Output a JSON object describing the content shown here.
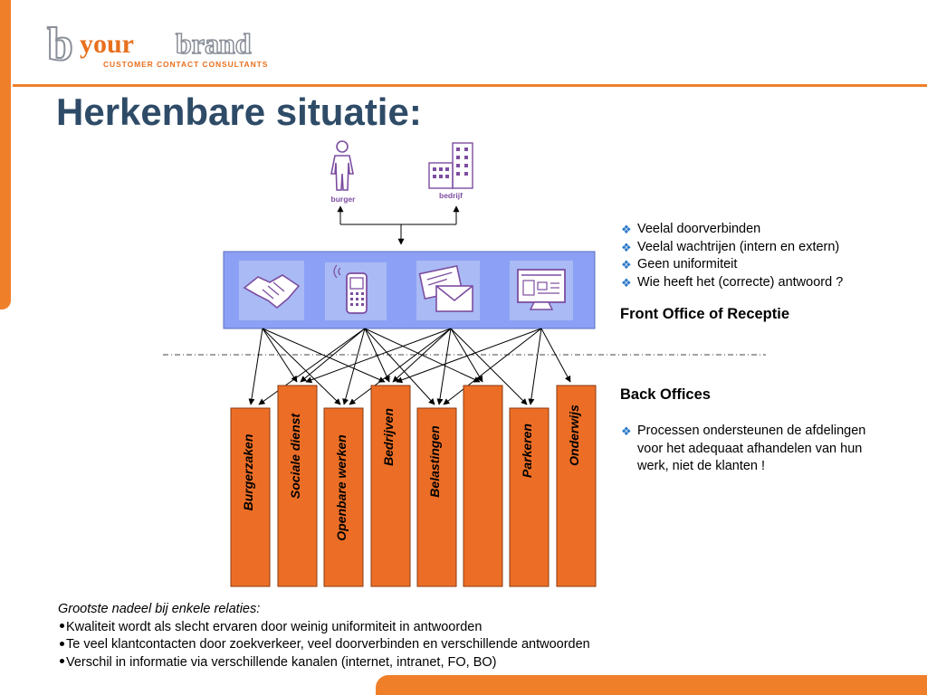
{
  "title": "Herkenbare situatie:",
  "logo": {
    "part1": "b",
    "part2": "your",
    "part3": "brand",
    "tagline": "CUSTOMER CONTACT CONSULTANTS"
  },
  "actors": {
    "burger": "burger",
    "bedrijf": "bedrijf"
  },
  "channels": [
    "handshake-icon",
    "mobile-phone-icon",
    "mail-icon",
    "website-icon"
  ],
  "front_office": {
    "bullets": [
      "Veelal doorverbinden",
      "Veelal wachtrijen (intern en extern)",
      "Geen uniformiteit",
      "Wie heeft het (correcte) antwoord ?"
    ],
    "heading": "Front Office of Receptie"
  },
  "back_offices": {
    "heading": "Back Offices",
    "bullet_line1": "Processen ondersteunen de afdelingen",
    "bullet_line2": "voor het adequaat afhandelen van hun",
    "bullet_line3": "werk, niet de klanten !",
    "departments": [
      "Burgerzaken",
      "Sociale dienst",
      "Openbare werken",
      "Bedrijven",
      "Belastingen",
      "",
      "Parkeren",
      "Onderwijs"
    ]
  },
  "bottom": {
    "intro": "Grootste nadeel bij enkele relaties:",
    "items": [
      "Kwaliteit wordt als slecht ervaren door weinig uniformiteit in antwoorden",
      "Te veel klantcontacten door zoekverkeer, veel doorverbinden  en verschillende antwoorden",
      "Verschil in informatie via verschillende kanalen (internet, intranet, FO, BO)"
    ]
  },
  "colors": {
    "accent_orange": "#f07f2a",
    "title_blue": "#2e4b67",
    "panel_blue": "#8ca1f5",
    "icon_purple": "#7c4da0",
    "bullet_blue": "#2a78c8"
  }
}
